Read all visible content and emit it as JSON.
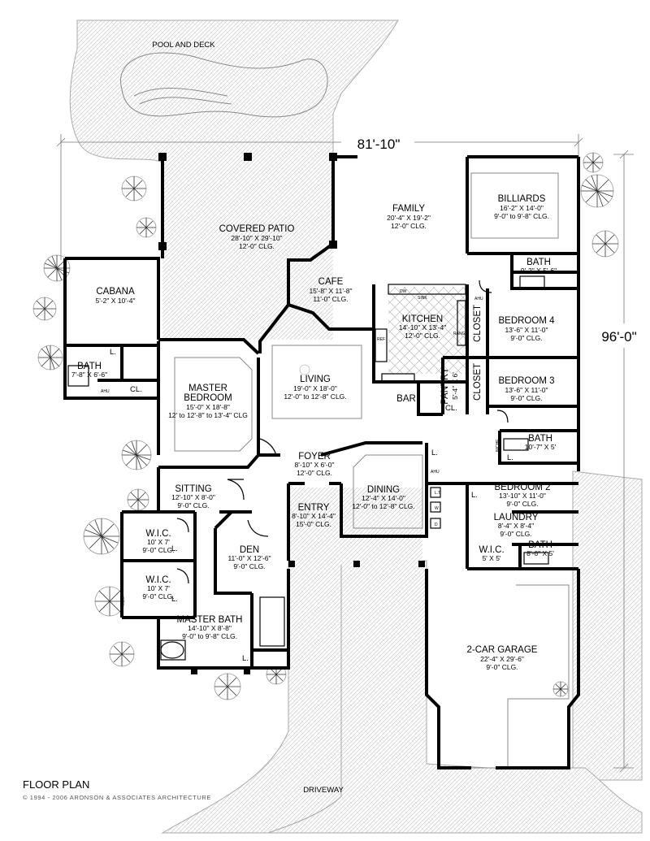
{
  "title": "FLOOR PLAN",
  "copyright": "© 1994 - 2006 ARONSON & ASSOCIATES ARCHITECTURE",
  "site": {
    "pool": "POOL AND DECK",
    "driveway": "DRIVEWAY"
  },
  "dimensions": {
    "width": "81'-10\"",
    "depth": "96'-0\""
  },
  "rooms": {
    "covered_patio": {
      "name": "COVERED PATIO",
      "size": "28'-10\" X 29'-10\"",
      "clg": "12'-0\" CLG."
    },
    "family": {
      "name": "FAMILY",
      "size": "20'-4\" X 19'-2\"",
      "clg": "12'-0\" CLG."
    },
    "billiards": {
      "name": "BILLIARDS",
      "size": "16'-2\" X 14'-0\"",
      "clg": "9'-0\" to 9'-8\" CLG."
    },
    "cabana": {
      "name": "CABANA",
      "size": "5'-2\" X 10'-4\""
    },
    "cafe": {
      "name": "CAFE",
      "size": "15'-8\" X 11'-8\"",
      "clg": "11'-0\" CLG."
    },
    "bath_upper": {
      "name": "BATH",
      "size": "9'-2\" X 5'-6\""
    },
    "kitchen": {
      "name": "KITCHEN",
      "size": "14'-10\" X 13'-4\"",
      "clg": "12'-0\" CLG."
    },
    "bedroom4": {
      "name": "BEDROOM 4",
      "size": "13'-6\" X 11'-0\"",
      "clg": "9'-0\" CLG."
    },
    "cabana_bath": {
      "name": "BATH",
      "size": "7'-8\" X 6'-6\""
    },
    "master_bedroom": {
      "name1": "MASTER",
      "name2": "BEDROOM",
      "size": "15'-0\" X 18'-8\"",
      "clg": "12' to 12'-8\" to 13'-4\" CLG"
    },
    "living": {
      "name": "LIVING",
      "size": "19'-0\" X 18'-0\"",
      "clg": "12'-0\" to 12'-8\" CLG."
    },
    "pantry": {
      "name": "PANTRY",
      "size": "5'-4\" X 6'"
    },
    "bar": {
      "name": "BAR"
    },
    "closet_upper": {
      "name": "CLOSET"
    },
    "closet_lower": {
      "name": "CLOSET"
    },
    "bedroom3": {
      "name": "BEDROOM 3",
      "size": "13'-6\" X 11'-0\"",
      "clg": "9'-0\" CLG."
    },
    "bath_middle": {
      "name": "BATH",
      "size": "10'-7\" X 5'"
    },
    "foyer": {
      "name": "FOYER",
      "size": "8'-10\" X 6'-0\"",
      "clg": "12'-0\" CLG."
    },
    "sitting": {
      "name": "SITTING",
      "size": "12'-10\" X 8'-0\"",
      "clg": "9'-0\" CLG."
    },
    "entry": {
      "name": "ENTRY",
      "size": "8'-10\" X 14'-4\"",
      "clg": "15'-0\" CLG."
    },
    "dining": {
      "name": "DINING",
      "size": "12'-4\" X 14'-0\"",
      "clg": "12'-0\" to 12'-8\" CLG."
    },
    "bedroom2": {
      "name": "BEDROOM 2",
      "size": "13'-10\" X 11'-0\"",
      "clg": "9'-0\" CLG."
    },
    "laundry": {
      "name": "LAUNDRY",
      "size": "8'-4\" X 8'-4\"",
      "clg": "9'-0\" CLG."
    },
    "wic1": {
      "name": "W.I.C.",
      "size": "10' X 7'",
      "clg": "9'-0\" CLG."
    },
    "wic2": {
      "name": "W.I.C.",
      "size": "10' X 7'",
      "clg": "9'-0\" CLG."
    },
    "den": {
      "name": "DEN",
      "size": "11'-0\" X 12'-6\"",
      "clg": "9'-0\" CLG."
    },
    "wic_small": {
      "name": "W.I.C.",
      "size": "5' X 5'"
    },
    "bath_lower": {
      "name": "BATH",
      "size": "8'-6\" X 5'"
    },
    "master_bath": {
      "name": "MASTER BATH",
      "size": "14'-10\" X 8'-8\"",
      "clg": "9'-0\" to 9'-8\" CLG."
    },
    "garage": {
      "name": "2-CAR GARAGE",
      "size": "22'-4\" X 29'-6\"",
      "clg": "9'-0\" CLG."
    }
  },
  "fixtures": {
    "linen_closet": "L.",
    "closet": "CL.",
    "ahu": "AHU",
    "ref": "REF",
    "range": "RANGE",
    "dw": "DW",
    "sink": "SINK",
    "washer": "W",
    "dryer": "D",
    "laundry_tub": "L.T",
    "niche": "NICHE"
  }
}
